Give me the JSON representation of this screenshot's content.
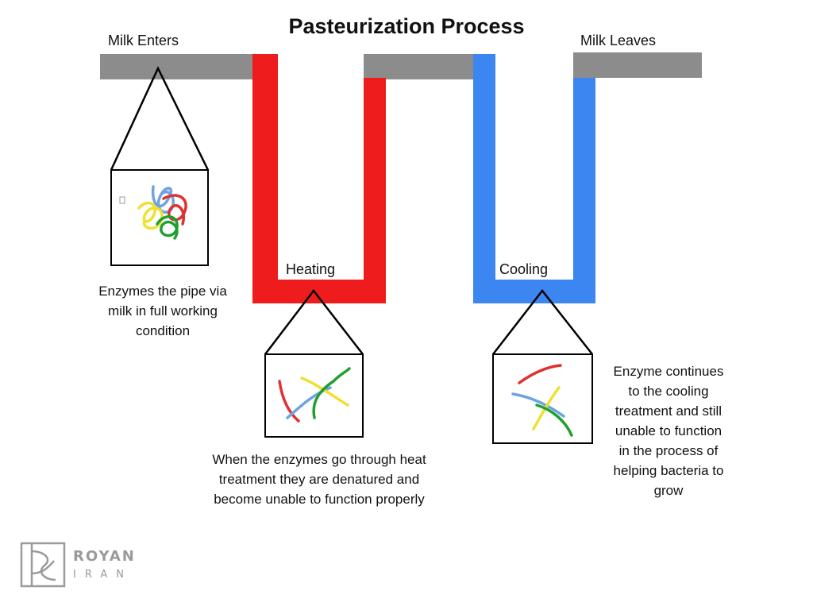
{
  "title": "Pasteurization Process",
  "labels": {
    "milk_enters": "Milk Enters",
    "milk_leaves": "Milk Leaves",
    "heating": "Heating",
    "cooling": "Cooling"
  },
  "descriptions": {
    "start": [
      "Enzymes the pipe via",
      "milk in full working",
      "condition"
    ],
    "heating": [
      "When the enzymes go through heat",
      "treatment they are denatured and",
      "become unable to function properly"
    ],
    "cooling": [
      "Enzyme continues",
      "to the cooling",
      "treatment and still",
      "unable to function",
      "in the process of",
      "helping bacteria to",
      "grow"
    ]
  },
  "logo": {
    "line1": "ROYAN",
    "line2": "IRAN"
  },
  "colors": {
    "pipe": "#8c8c8c",
    "heating": "#ee1c1c",
    "cooling": "#3b86f0",
    "enzyme_red": "#e03030",
    "enzyme_blue": "#6fa3e0",
    "enzyme_yellow": "#f0e030",
    "enzyme_green": "#20a030"
  }
}
